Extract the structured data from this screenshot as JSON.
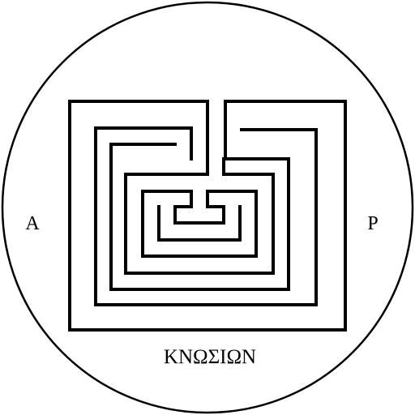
{
  "coin": {
    "left_letter": "Α",
    "right_letter": "Ρ",
    "legend": "ΚΝΩΣΙΩΝ"
  },
  "colors": {
    "background": "#ffffff",
    "ink": "#000000"
  }
}
